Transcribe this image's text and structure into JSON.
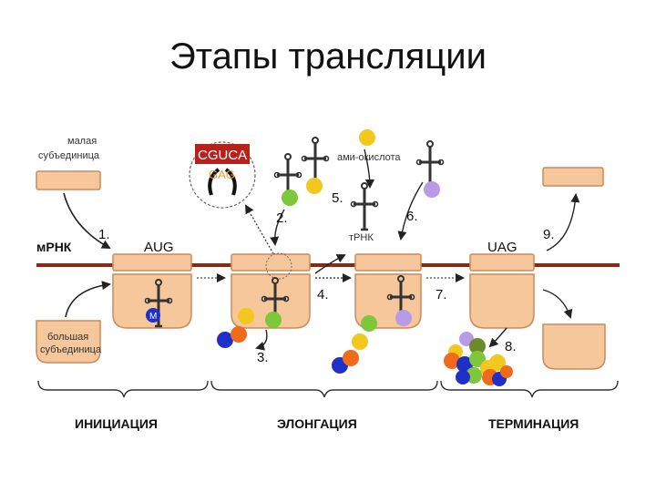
{
  "title": "Этапы трансляции",
  "labels": {
    "small_subunit": [
      "малая",
      "субъединица"
    ],
    "large_subunit": [
      "большая",
      "субъединица"
    ],
    "mrna": "мРНК",
    "trna": "тРНК",
    "amino_acid": "ами-окислота",
    "start_codon": "AUG",
    "stop_codon": "UAG",
    "methionine": "M",
    "codon": "CGUCA",
    "anticodon": "GAG"
  },
  "steps": [
    "1.",
    "2.",
    "3.",
    "4.",
    "5.",
    "6.",
    "7.",
    "8.",
    "9."
  ],
  "phases": [
    "ИНИЦИАЦИЯ",
    "ЭЛОНГАЦИЯ",
    "ТЕРМИНАЦИЯ"
  ],
  "colors": {
    "subunit_fill": "#f5c79a",
    "subunit_stroke": "#c98a5a",
    "mrna": "#8b2a10",
    "codon_box": "#b8201c",
    "blue": "#1f2fc8",
    "orange": "#f06a1a",
    "green": "#7ec63a",
    "yellow": "#f2c81e",
    "lilac": "#b79be6",
    "olive": "#6f8a2a"
  }
}
